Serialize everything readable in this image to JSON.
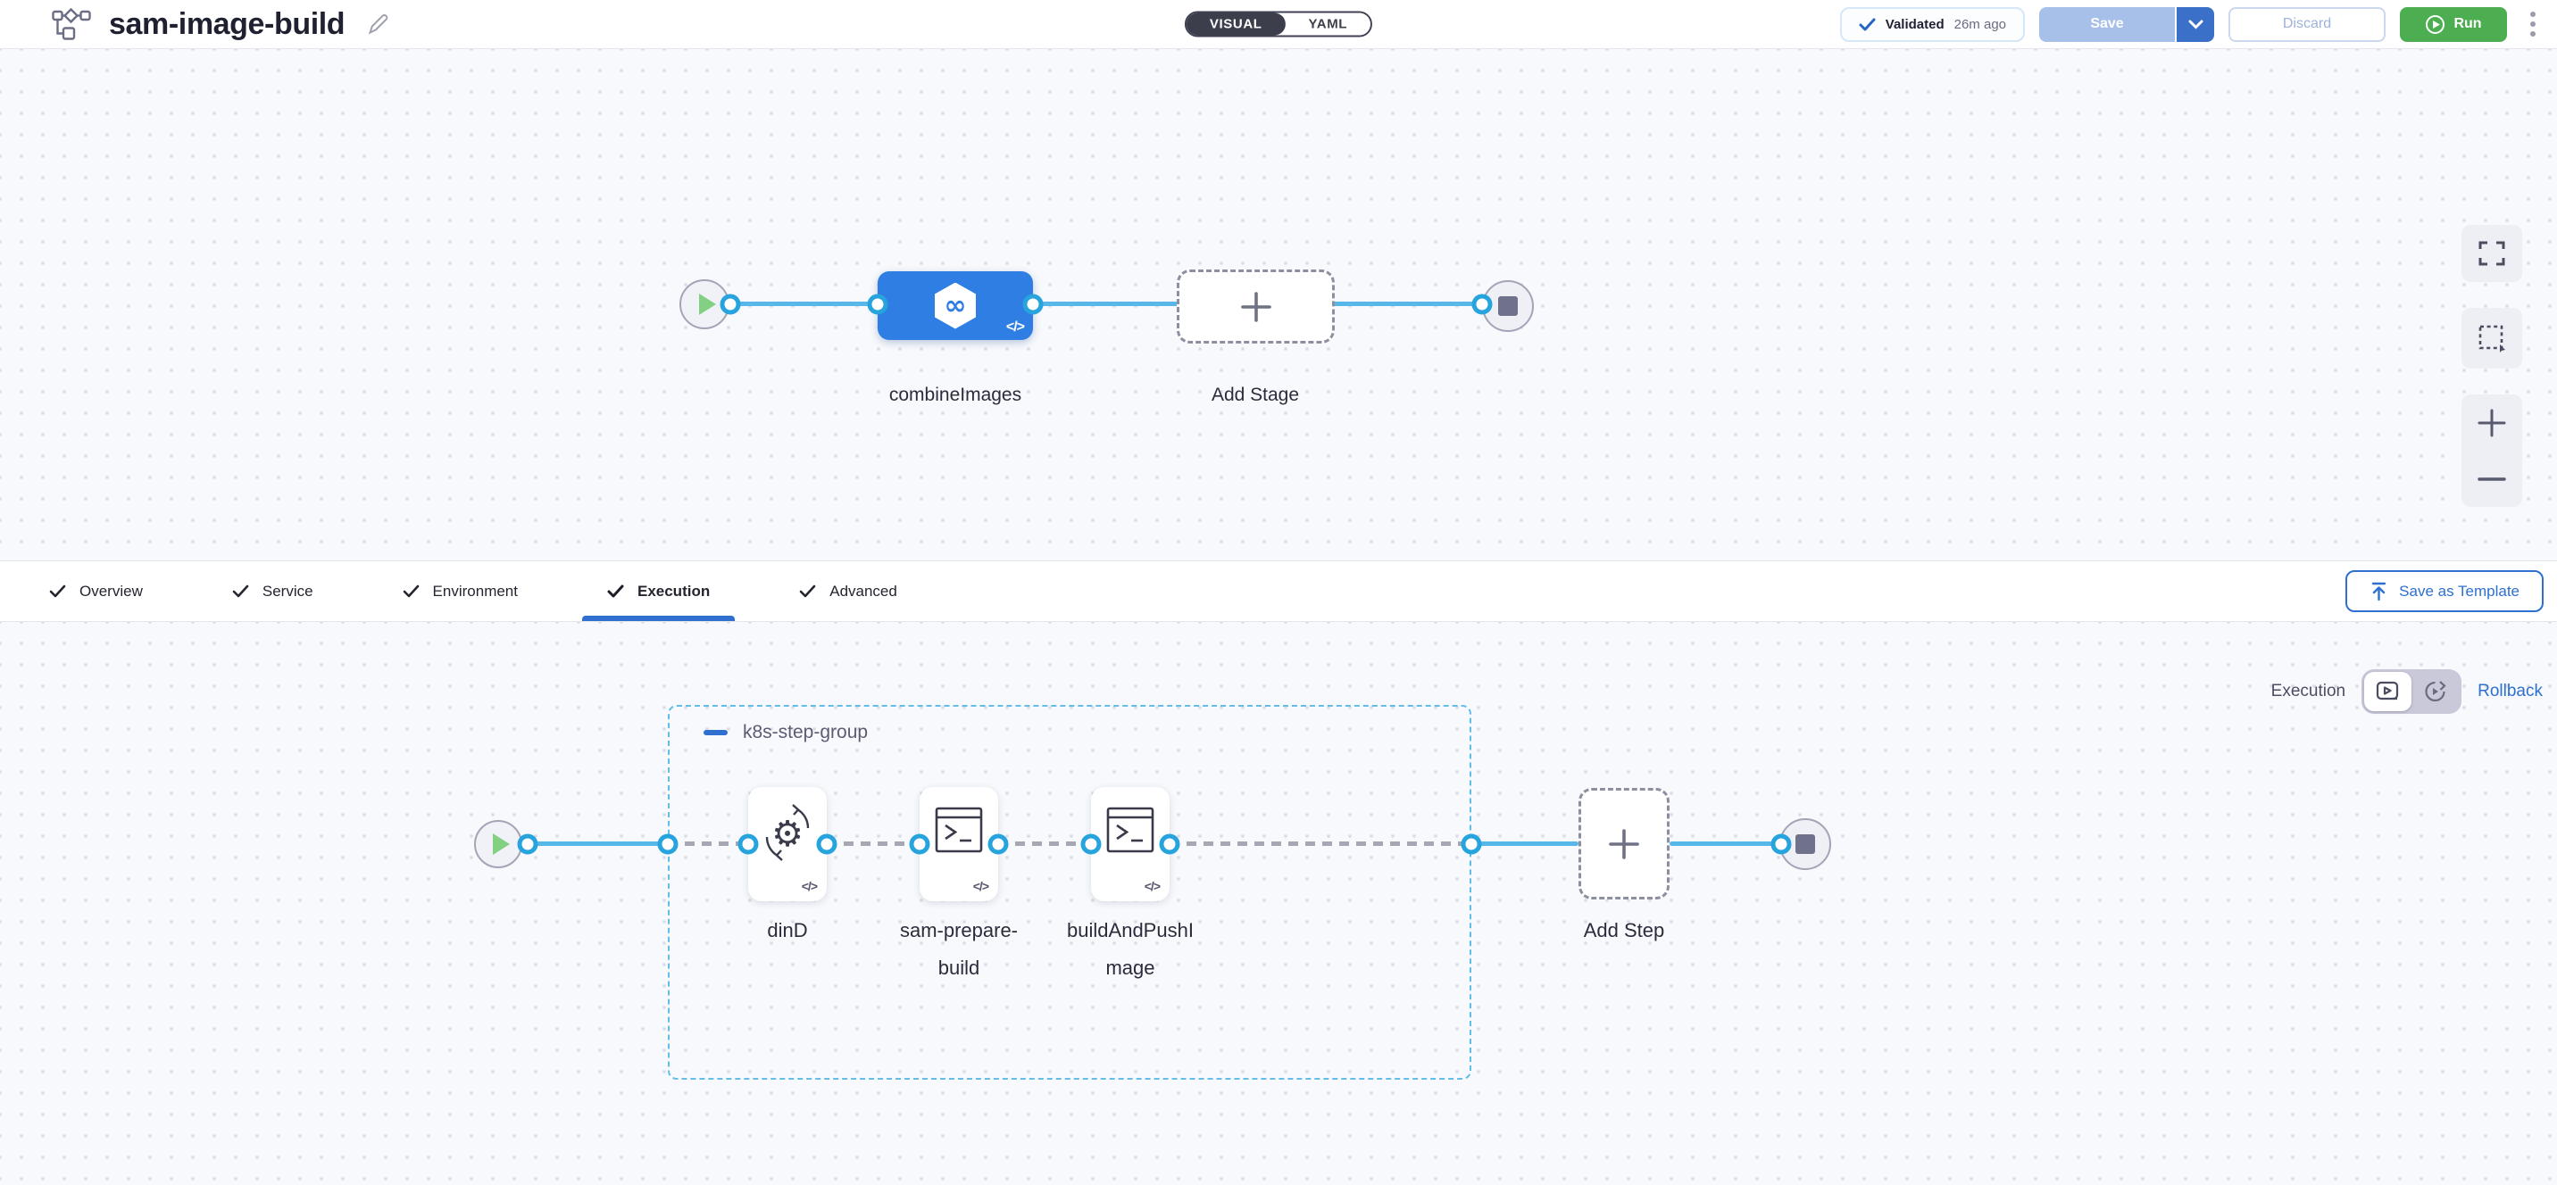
{
  "header": {
    "title": "sam-image-build",
    "mode_toggle": {
      "visual": "VISUAL",
      "yaml": "YAML"
    },
    "validated_badge": {
      "label": "Validated",
      "time": "26m ago"
    },
    "buttons": {
      "save": "Save",
      "discard": "Discard",
      "run": "Run"
    }
  },
  "icons": {
    "code": "</>",
    "infinity": "∞",
    "gear": "⚙"
  },
  "pipeline_canvas": {
    "stage_name": "combineImages",
    "add_stage_label": "Add Stage"
  },
  "tabs": {
    "items": [
      {
        "label": "Overview",
        "checked": true,
        "active": false
      },
      {
        "label": "Service",
        "checked": true,
        "active": false
      },
      {
        "label": "Environment",
        "checked": true,
        "active": false
      },
      {
        "label": "Execution",
        "checked": true,
        "active": true
      },
      {
        "label": "Advanced",
        "checked": true,
        "active": false
      }
    ],
    "save_as_template": "Save as Template"
  },
  "execution_panel": {
    "mode_labels": {
      "execution": "Execution",
      "rollback": "Rollback"
    },
    "step_group_name": "k8s-step-group",
    "steps": [
      {
        "name": "dinD"
      },
      {
        "name": "sam-prepare-build"
      },
      {
        "name": "buildAndPushImage"
      }
    ],
    "add_step_label": "Add Step"
  },
  "colors": {
    "primary_blue": "#2e6fd0",
    "stage_blue": "#2e7ee3",
    "connector_blue": "#58b7e9",
    "port_blue": "#27a3de",
    "run_green": "#4cae50"
  }
}
